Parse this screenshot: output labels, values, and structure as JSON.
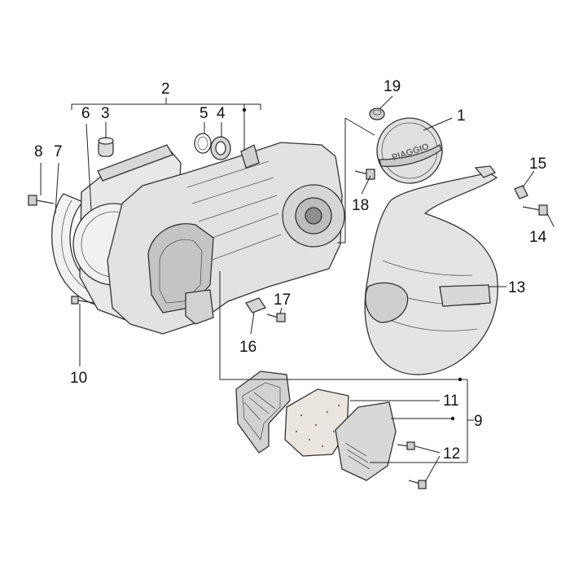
{
  "colors": {
    "ink": "#222222",
    "part_fill": "#e4e4e4",
    "part_shade": "#c9c9c9",
    "part_dark": "#8c8c8c",
    "filter_fill": "#ebe5df",
    "background": "#ffffff"
  },
  "brand_logo_text": "PIAGGIO",
  "callouts": {
    "c1": "1",
    "c2": "2",
    "c3": "3",
    "c4": "4",
    "c5": "5",
    "c6": "6",
    "c7": "7",
    "c8": "8",
    "c9": "9",
    "c10": "10",
    "c11": "11",
    "c12": "12",
    "c13": "13",
    "c14": "14",
    "c15": "15",
    "c16": "16",
    "c17": "17",
    "c18": "18",
    "c19": "19"
  }
}
